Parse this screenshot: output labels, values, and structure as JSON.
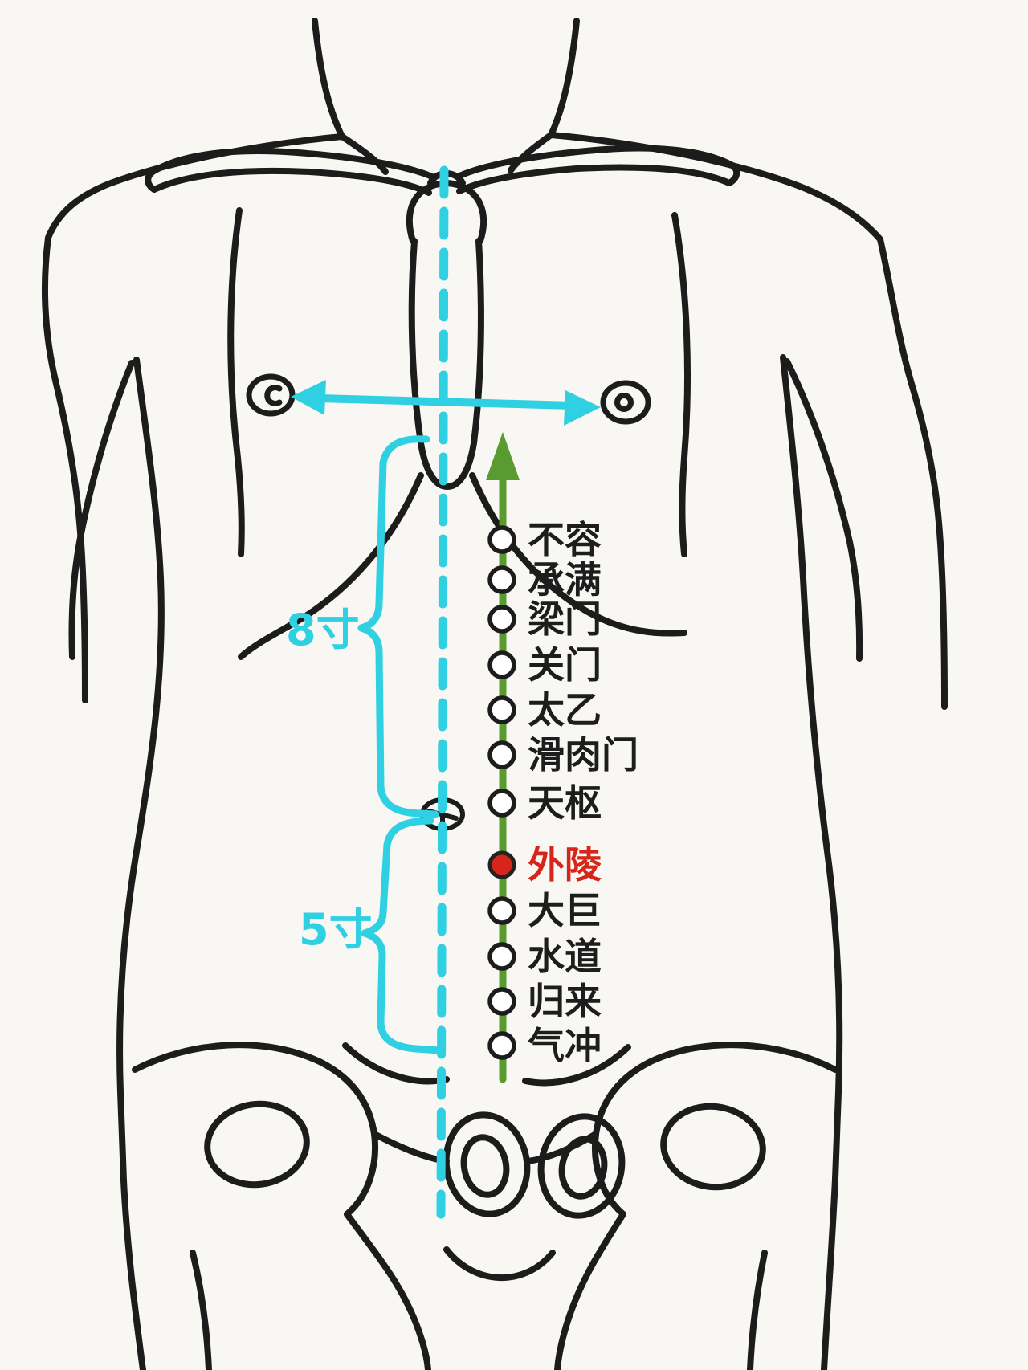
{
  "diagram": {
    "subject": "abdomen-stomach-meridian-acupoint-chart",
    "acupoints": [
      {
        "name": "不容",
        "highlight": false
      },
      {
        "name": "承满",
        "highlight": false
      },
      {
        "name": "梁门",
        "highlight": false
      },
      {
        "name": "关门",
        "highlight": false
      },
      {
        "name": "太乙",
        "highlight": false
      },
      {
        "name": "滑肉门",
        "highlight": false
      },
      {
        "name": "天枢",
        "highlight": false
      },
      {
        "name": "外陵",
        "highlight": true
      },
      {
        "name": "大巨",
        "highlight": false
      },
      {
        "name": "水道",
        "highlight": false
      },
      {
        "name": "归来",
        "highlight": false
      },
      {
        "name": "气冲",
        "highlight": false
      }
    ],
    "measurements": {
      "upper": "8寸",
      "lower": "5寸"
    },
    "colors": {
      "outline": "#1c1c1c",
      "label": "#1d1d1d",
      "cyan": "#2fd0e2",
      "green": "#5a9b2f",
      "red": "#d6251a",
      "background": "#f8f7f3"
    }
  }
}
